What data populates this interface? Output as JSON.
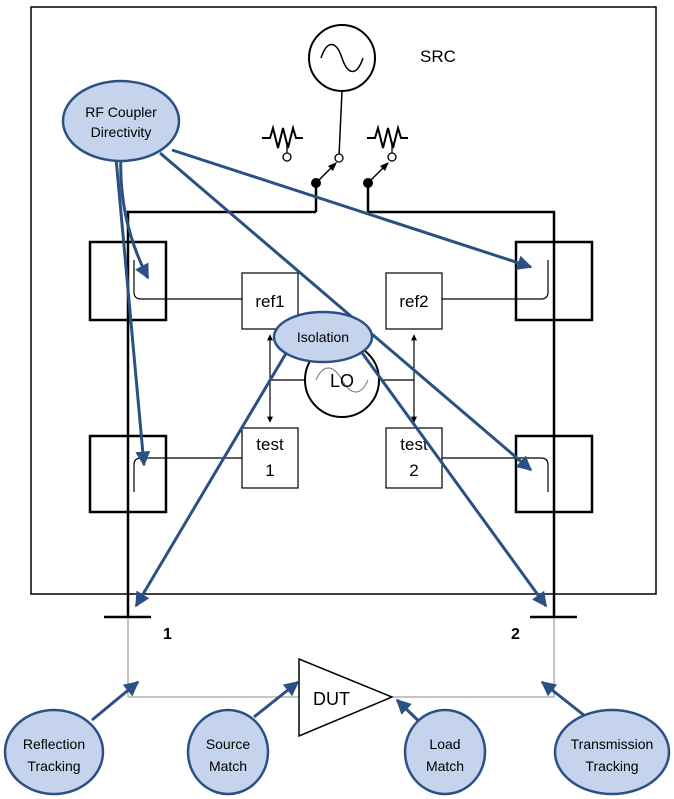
{
  "source_label": "SRC",
  "lo_label": "LO",
  "receivers": {
    "ref1": "ref1",
    "ref2": "ref2",
    "test1_line1": "test",
    "test1_line2": "1",
    "test2_line1": "test",
    "test2_line2": "2"
  },
  "ports": {
    "port1": "1",
    "port2": "2"
  },
  "dut_label": "DUT",
  "callouts": {
    "coupler_directivity": [
      "RF Coupler",
      "Directivity"
    ],
    "isolation": [
      "Isolation"
    ],
    "reflection_tracking": [
      "Reflection",
      "Tracking"
    ],
    "source_match": [
      "Source",
      "Match"
    ],
    "load_match": [
      "Load",
      "Match"
    ],
    "transmission_tracking": [
      "Transmission",
      "Tracking"
    ]
  },
  "colors": {
    "callout_fill": "#c6d3ec",
    "callout_stroke": "#2b5184",
    "arrow": "#2b5184",
    "line": "#000000",
    "thin_line": "#888888"
  }
}
